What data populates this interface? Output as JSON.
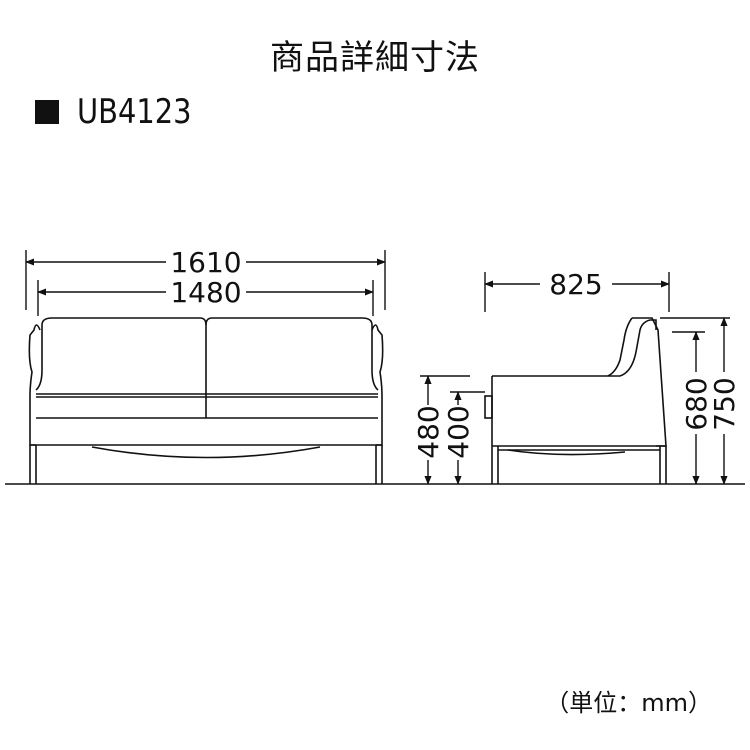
{
  "title": "商品詳細寸法",
  "model": "UB4123",
  "front_view": {
    "overall_width": "1610",
    "inner_width": "1480",
    "seat_height": "480",
    "seat_cushion_height": "400"
  },
  "side_view": {
    "depth": "825",
    "arm_height": "680",
    "total_height": "750"
  },
  "unit_note": "（単位：mm）"
}
